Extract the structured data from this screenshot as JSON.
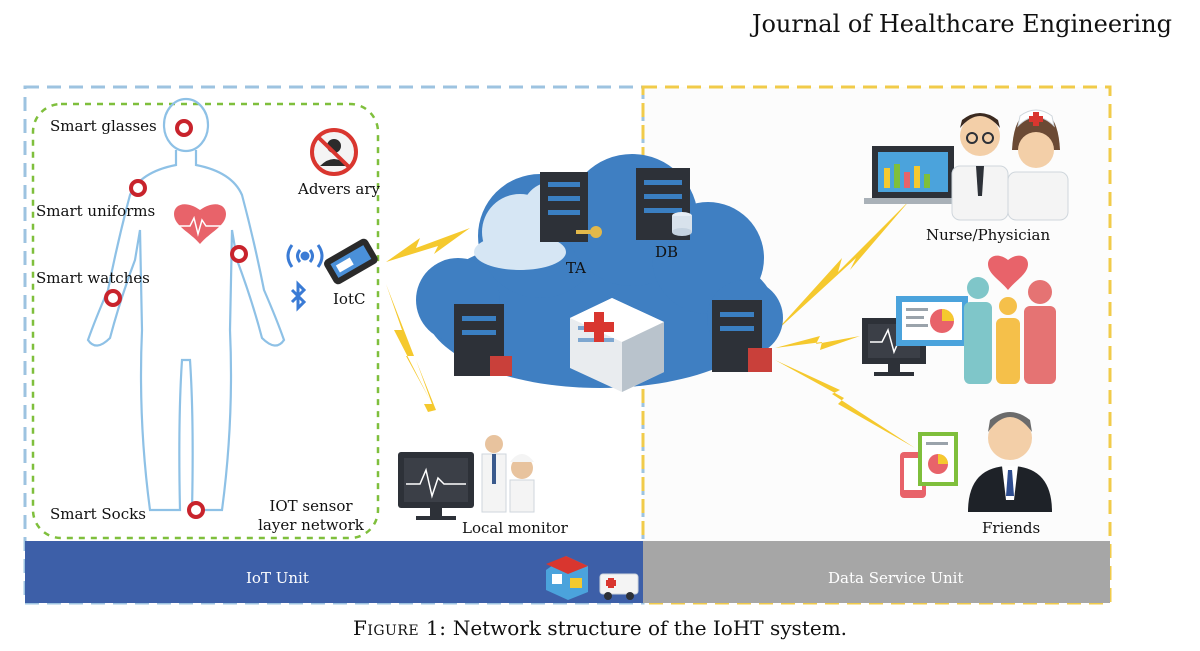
{
  "header": {
    "journal": "Journal of Healthcare Engineering"
  },
  "caption": {
    "figure_label": "Figure 1:",
    "text": "Network structure of the IoHT system."
  },
  "iot_side": {
    "sensors": {
      "smart_glasses": "Smart glasses",
      "smart_uniforms": "Smart uniforms",
      "smart_watches": "Smart watches",
      "smart_socks": "Smart Socks"
    },
    "adversary": "Advers ary",
    "iotc": "IotC",
    "sensor_layer": "IOT sensor layer network",
    "local_monitor": "Local monitor",
    "unit_label": "IoT Unit"
  },
  "cloud": {
    "ta": "TA",
    "db": "DB"
  },
  "service_side": {
    "nurse": "Nurse/Physician",
    "friends": "Friends",
    "unit_label": "Data Service Unit"
  },
  "colors": {
    "iot_bar": "#3d5fa8",
    "service_bar": "#a6a6a6",
    "cloud": "#3f7fc2",
    "iot_border": "#9dc3e0",
    "service_border": "#f1cb4a",
    "sensor_border": "#7fbf3c",
    "lightning": "#f5c92e",
    "sensor_dot": "#c8232c"
  }
}
